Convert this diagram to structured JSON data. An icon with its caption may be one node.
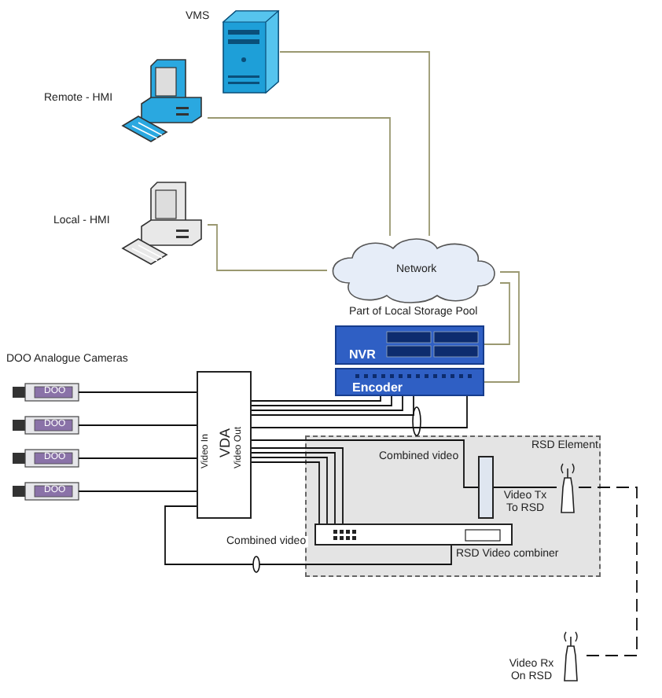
{
  "diagram": {
    "nodes": [
      {
        "text": [
          "VMS"
        ]
      },
      {
        "text": [
          "Remote - HMI"
        ]
      },
      {
        "text": [
          "Local - HMI"
        ]
      },
      {
        "text": [
          "Network"
        ]
      },
      {
        "text": [
          "NVR"
        ],
        "beside": [
          "Part of Local Storage Pool"
        ]
      },
      {
        "text": [
          "Encoder"
        ]
      },
      {
        "text": [
          "DOO"
        ]
      },
      {
        "text": [
          "DOO"
        ]
      },
      {
        "text": [
          "DOO"
        ]
      },
      {
        "text": [
          "DOO"
        ]
      },
      {
        "text": [
          "Video In",
          "VDA",
          "Video Out"
        ]
      },
      {
        "text": [
          "RSD Element"
        ]
      },
      {
        "text": [],
        "shape": "box",
        "in": 11
      },
      {
        "text": [],
        "shape": "antenna",
        "beside": [
          "Video Tx To RSD"
        ],
        "in": 11
      },
      {
        "text": [
          "RSD Video combiner"
        ],
        "in": 11
      },
      {
        "text": [],
        "shape": "antenna",
        "beside": [
          "Video Rx On RSD"
        ]
      }
    ],
    "edges": [
      {
        "from": 0,
        "to": 3,
        "arrow": "none",
        "color": "#9a9870"
      },
      {
        "from": 1,
        "to": 3,
        "arrow": "none",
        "color": "#9a9870"
      },
      {
        "from": 2,
        "to": 3,
        "arrow": "none",
        "color": "#9a9870"
      },
      {
        "from": 3,
        "to": 4,
        "arrow": "none",
        "color": "#9a9870"
      },
      {
        "from": 3,
        "to": 5,
        "arrow": "none",
        "color": "#9a9870"
      },
      {
        "from": 6,
        "to": 10,
        "arrow": "none"
      },
      {
        "from": 7,
        "to": 10,
        "arrow": "none"
      },
      {
        "from": 8,
        "to": 10,
        "arrow": "none"
      },
      {
        "from": 9,
        "to": 10,
        "arrow": "none"
      },
      {
        "from": 10,
        "to": 5,
        "arrow": "none"
      },
      {
        "from": 10,
        "to": 5,
        "arrow": "none"
      },
      {
        "from": 10,
        "to": 5,
        "arrow": "none"
      },
      {
        "from": 10,
        "to": 5,
        "arrow": "none"
      },
      {
        "from": 10,
        "to": 5,
        "arrow": "none"
      },
      {
        "from": 10,
        "to": 12,
        "label": "Combined video",
        "arrow": "none"
      },
      {
        "from": 10,
        "to": 14,
        "arrow": "none"
      },
      {
        "from": 10,
        "to": 14,
        "arrow": "none"
      },
      {
        "from": 10,
        "to": 14,
        "arrow": "none"
      },
      {
        "from": 10,
        "to": 14,
        "arrow": "none"
      },
      {
        "from": 14,
        "to": 10,
        "label": "Combined video",
        "arrow": "none"
      },
      {
        "from": 12,
        "to": 13,
        "arrow": "none"
      },
      {
        "from": 13,
        "to": 15,
        "arrow": "none",
        "style": "dashed"
      }
    ],
    "labels": [
      "DOO Analogue Cameras"
    ]
  }
}
